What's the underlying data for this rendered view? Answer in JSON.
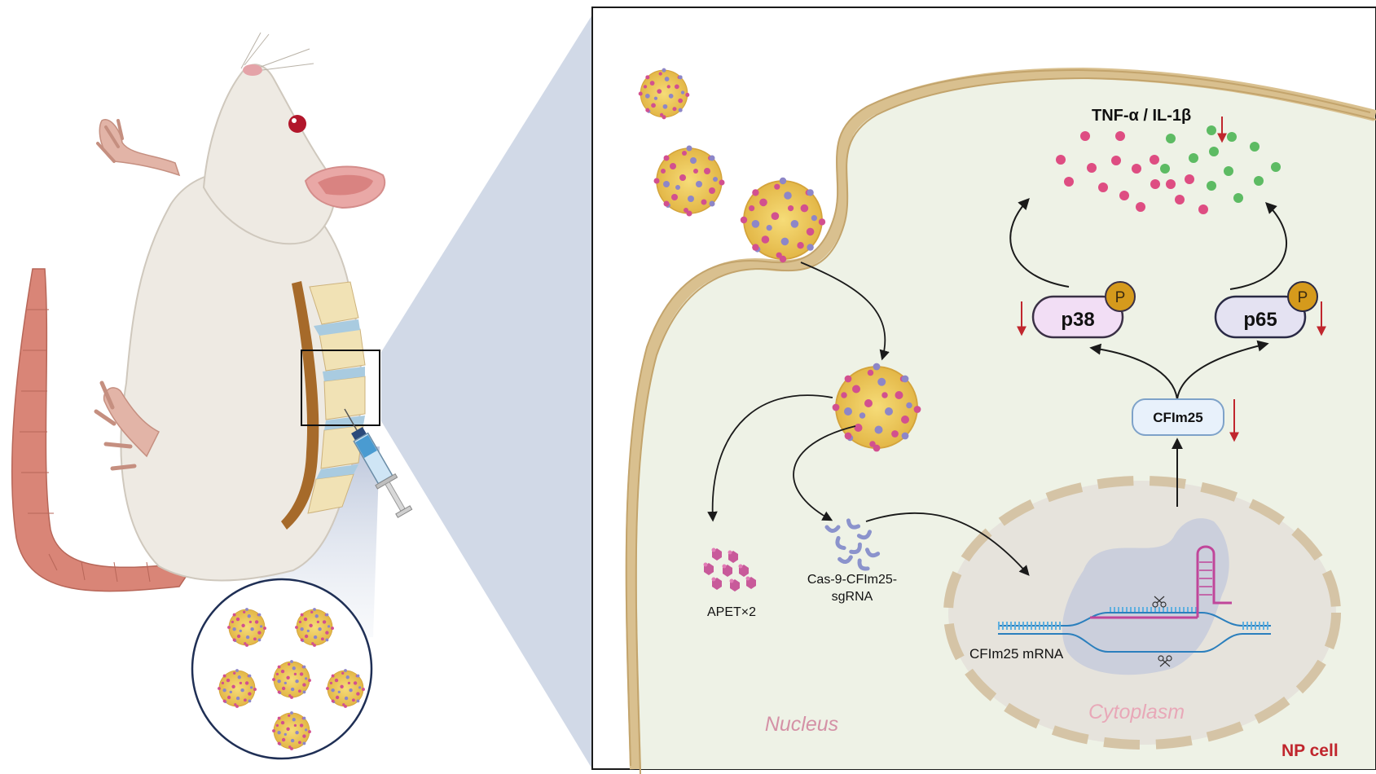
{
  "labels": {
    "cytokines": "TNF-α / IL-1β",
    "p38": "p38",
    "p65": "p65",
    "phospho": "P",
    "cflm25": "CFIm25",
    "apet": "APET×2",
    "cas9_line1": "Cas-9-CFIm25-",
    "cas9_line2": "sgRNA",
    "mrna": "CFIm25 mRNA",
    "nucleus": "Nucleus",
    "cytoplasm": "Cytoplasm",
    "np_cell": "NP cell"
  },
  "colors": {
    "cell_fill": "#eef2e6",
    "membrane": "#d9c08f",
    "nucleus_fill": "#e6e3dc",
    "nuclear_envelope": "#d5c4a6",
    "down_arrow": "#c0262d",
    "tnf_dot": "#de4d82",
    "il1b_dot": "#5dbb63",
    "p38_fill": "#f2def5",
    "p65_fill": "#e4e2f2",
    "cflm25_fill": "#e8f1fb",
    "phospho_fill": "#d59a1c",
    "np_cell_text": "#c0262d",
    "nucleus_text": "#d491a6",
    "zoom_cone": "#c9d2e3"
  },
  "icons": {
    "rat": "rat-illustration",
    "syringe": "syringe-icon",
    "nanoparticle": "nanoparticle-icon",
    "scissors": "scissors-icon",
    "sgRNA_hairpin": "hairpin-rna-icon"
  }
}
